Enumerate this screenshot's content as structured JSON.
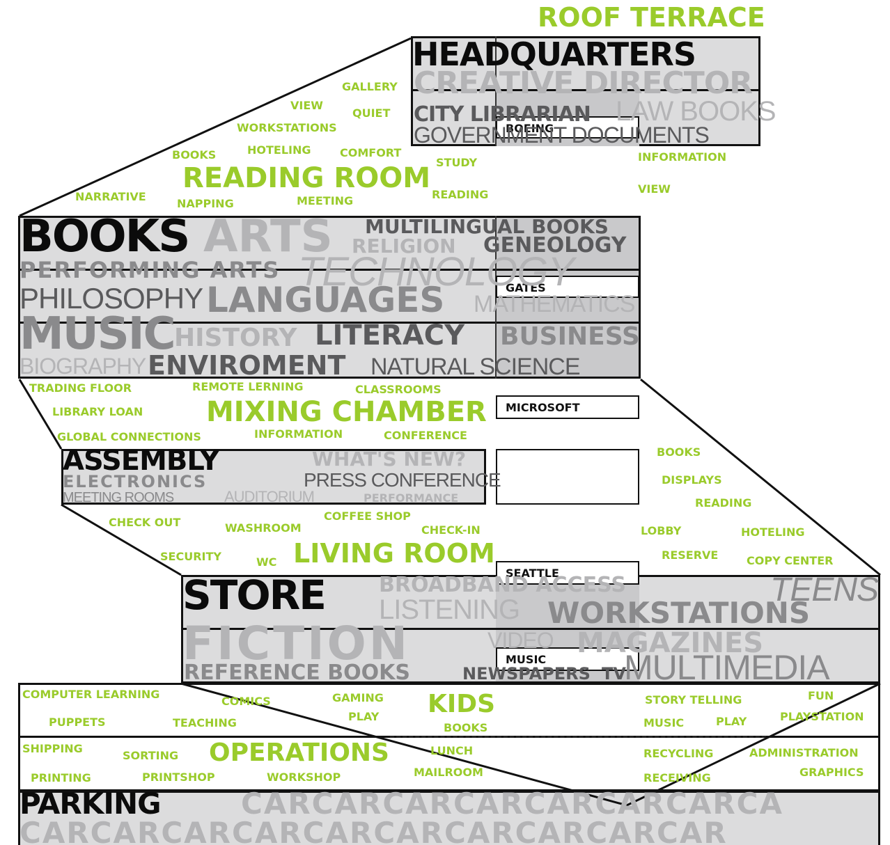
{
  "zones": {
    "roof_terrace": "ROOF TERRACE",
    "headquarters": "HEADQUARTERS",
    "reading_room": "READING ROOM",
    "books": "BOOKS",
    "mixing_chamber": "MIXING CHAMBER",
    "assembly": "ASSEMBLY",
    "living_room": "LIVING ROOM",
    "store": "STORE",
    "kids": "KIDS",
    "operations": "OPERATIONS",
    "parking": "PARKING"
  },
  "labels": {
    "boeing": "BOEING",
    "gates": "GATES",
    "microsoft": "MICROSOFT",
    "seattle": "SEATTLE",
    "music": "MUSIC"
  },
  "headquarters_words": [
    "CREATIVE DIRECTOR",
    "CITY LIBRARIAN",
    "LAW BOOKS",
    "GOVERNMENT DOCUMENTS"
  ],
  "reading_room_words": [
    "GALLERY",
    "VIEW",
    "QUIET",
    "WORKSTATIONS",
    "BOOKS",
    "HOTELING",
    "COMFORT",
    "STUDY",
    "INFORMATION",
    "NARRATIVE",
    "NAPPING",
    "MEETING",
    "READING",
    "VIEW"
  ],
  "books_words": [
    "ARTS",
    "MULTILINGUAL BOOKS",
    "RELIGION",
    "GENEOLOGY",
    "PERFORMING ARTS",
    "TECHNOLOGY",
    "PHILOSOPHY",
    "LANGUAGES",
    "MATHEMATICS",
    "MUSIC",
    "HISTORY",
    "LITERACY",
    "BUSINESS",
    "BIOGRAPHY",
    "ENVIROMENT",
    "NATURAL SCIENCE"
  ],
  "mixing_words": [
    "TRADING FLOOR",
    "REMOTE LERNING",
    "CLASSROOMS",
    "LIBRARY LOAN",
    "GLOBAL CONNECTIONS",
    "INFORMATION",
    "CONFERENCE"
  ],
  "assembly_words": [
    "WHAT'S NEW?",
    "ELECTRONICS",
    "PRESS CONFERENCE",
    "MEETING ROOMS",
    "AUDITORIUM",
    "PERFORMANCE"
  ],
  "living_words": [
    "BOOKS",
    "DISPLAYS",
    "READING",
    "CHECK OUT",
    "WASHROOM",
    "COFFEE SHOP",
    "CHECK-IN",
    "LOBBY",
    "HOTELING",
    "SECURITY",
    "WC",
    "RESERVE",
    "COPY CENTER"
  ],
  "store_words": [
    "BROADBAND ACCESS",
    "TEENS",
    "LISTENING",
    "WORKSTATIONS",
    "FICTION",
    "VIDEO",
    "MAGAZINES",
    "REFERENCE BOOKS",
    "NEWSPAPERS",
    "TV",
    "MULTIMEDIA"
  ],
  "kids_words": [
    "COMPUTER LEARNING",
    "COMICS",
    "GAMING",
    "PLAY",
    "STORY TELLING",
    "FUN",
    "PUPPETS",
    "TEACHING",
    "BOOKS",
    "MUSIC",
    "PLAY",
    "PLAYSTATION"
  ],
  "operations_words": [
    "SHIPPING",
    "SORTING",
    "LUNCH",
    "RECYCLING",
    "ADMINISTRATION",
    "PRINTING",
    "PRINTSHOP",
    "WORKSHOP",
    "MAILROOM",
    "RECEIVING",
    "GRAPHICS"
  ],
  "parking_words": [
    "CARCARCARCARCARCARCARCA",
    "CARCARCARCARCARCARCARCARCARCAR"
  ],
  "colors": {
    "green": "#9acb2b",
    "black": "#0b0b0b",
    "dark_gray": "#5a5a5c",
    "mid_gray": "#8a8a8c",
    "light_gray": "#b4b4b6",
    "band_fill": "#dcdcdd"
  }
}
